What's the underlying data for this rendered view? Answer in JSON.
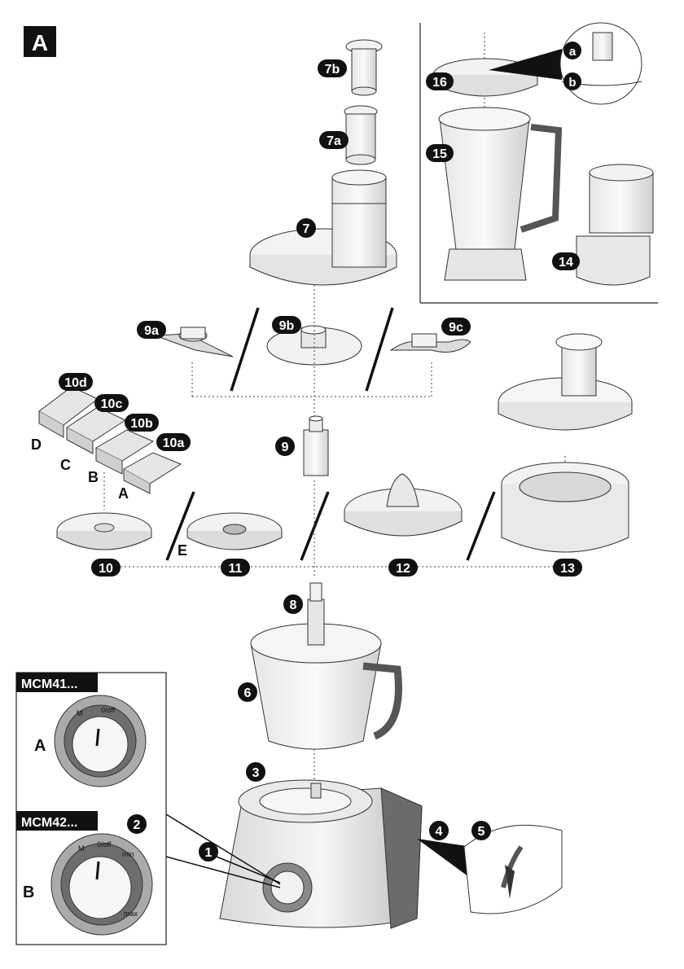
{
  "section_label": "A",
  "parts": {
    "p1": "1",
    "p2": "2",
    "p3": "3",
    "p4": "4",
    "p5": "5",
    "p6": "6",
    "p7": "7",
    "p7a": "7a",
    "p7b": "7b",
    "p8": "8",
    "p9": "9",
    "p9a": "9a",
    "p9b": "9b",
    "p9c": "9c",
    "p10": "10",
    "p10a": "10a",
    "p10b": "10b",
    "p10c": "10c",
    "p10d": "10d",
    "p11": "11",
    "p12": "12",
    "p13": "13",
    "p14": "14",
    "p15": "15",
    "p16": "16",
    "pa": "a",
    "pb": "b"
  },
  "disc_letters": {
    "A": "A",
    "B": "B",
    "C": "C",
    "D": "D",
    "E": "E"
  },
  "models": {
    "m41": {
      "name": "MCM41...",
      "letter": "A",
      "off": "0/off",
      "m": "M"
    },
    "m42": {
      "name": "MCM42...",
      "letter": "B",
      "off": "0/off",
      "m": "M",
      "min": "min",
      "max": "max"
    }
  }
}
